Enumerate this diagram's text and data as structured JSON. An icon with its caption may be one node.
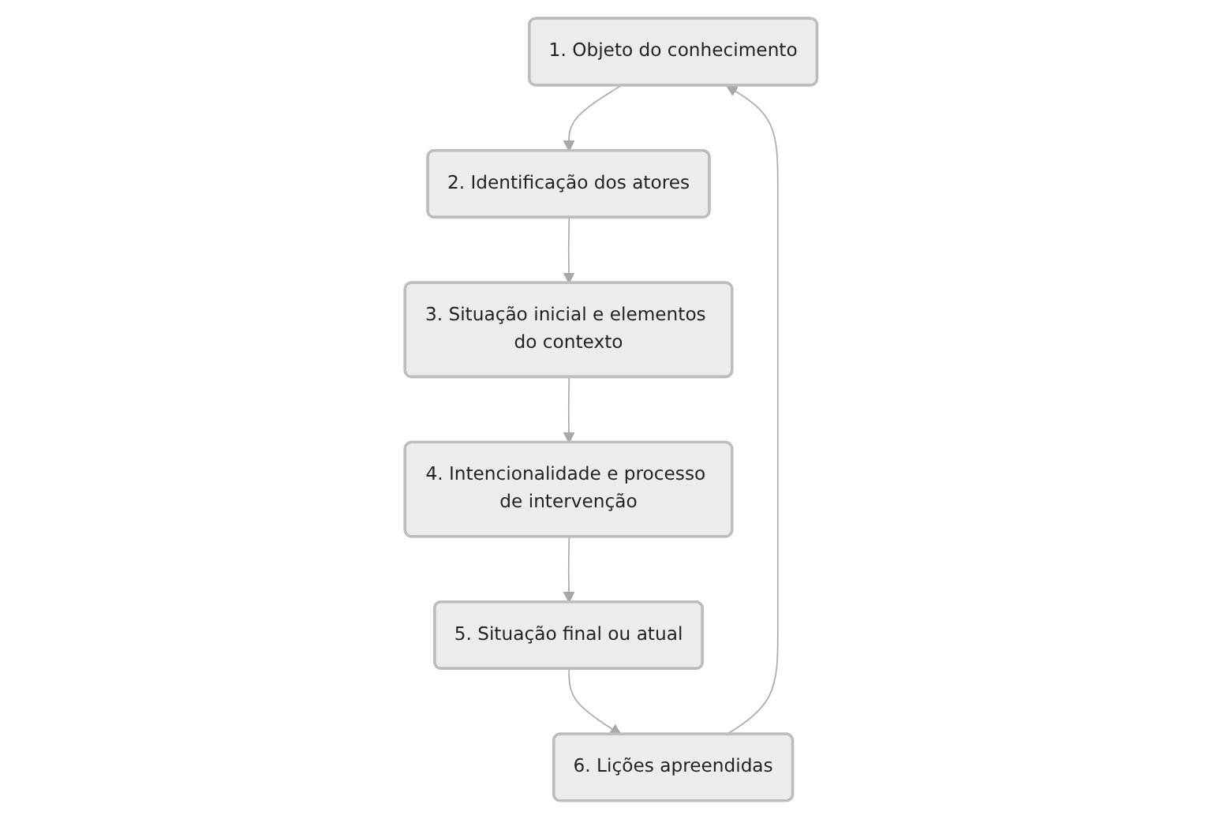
{
  "diagram": {
    "nodes": [
      {
        "text": [
          "1. Objeto do conhecimento"
        ]
      },
      {
        "text": [
          "2. Identificação dos atores"
        ]
      },
      {
        "text": [
          "3. Situação inicial e elementos do contexto"
        ]
      },
      {
        "text": [
          "4. Intencionalidade e processo de intervenção"
        ]
      },
      {
        "text": [
          "5. Situação final ou atual"
        ]
      },
      {
        "text": [
          "6. Lições apreendidas"
        ]
      }
    ],
    "edges": [
      {
        "from": 0,
        "to": 1,
        "arrow": "to"
      },
      {
        "from": 1,
        "to": 2,
        "arrow": "to"
      },
      {
        "from": 2,
        "to": 3,
        "arrow": "to"
      },
      {
        "from": 3,
        "to": 4,
        "arrow": "to"
      },
      {
        "from": 4,
        "to": 5,
        "arrow": "to"
      },
      {
        "from": 5,
        "to": 0,
        "arrow": "to"
      }
    ]
  }
}
